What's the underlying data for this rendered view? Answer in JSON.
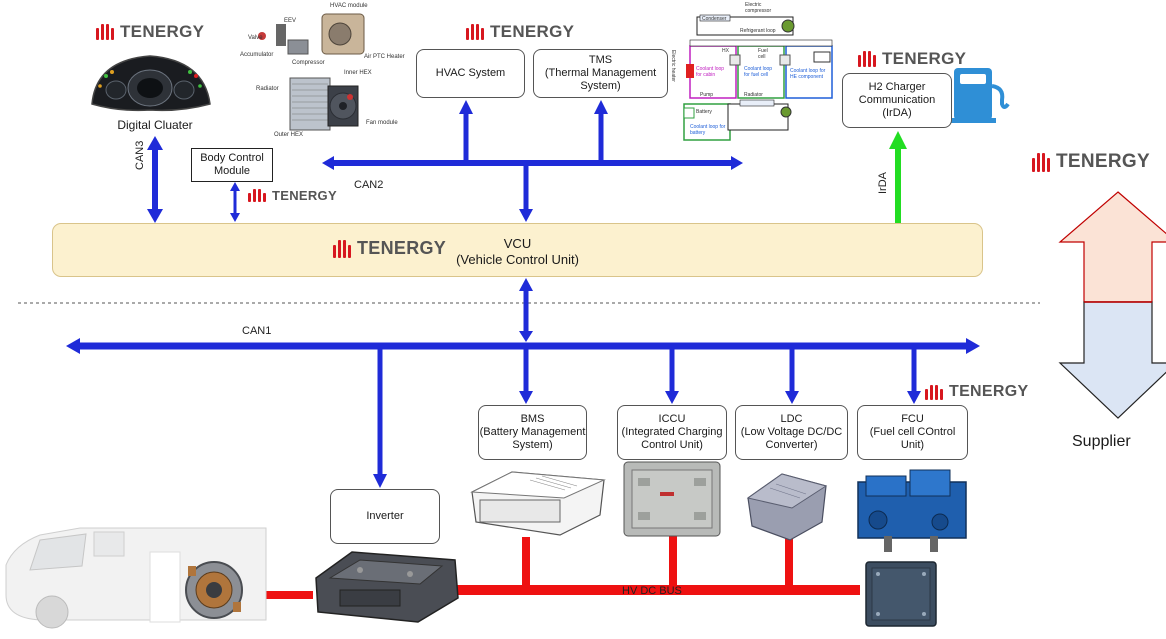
{
  "brand": "TENERGY",
  "vcu": {
    "title": "VCU",
    "subtitle": "(Vehicle Control Unit)"
  },
  "buses": {
    "can1": "CAN1",
    "can2": "CAN2",
    "can3": "CAN3",
    "irda": "IrDA",
    "hv": "HV DC BUS"
  },
  "boxes": {
    "body_control": {
      "line1": "Body Control",
      "line2": "Module"
    },
    "hvac": {
      "line1": "HVAC System"
    },
    "tms": {
      "line1": "TMS",
      "line2": "(Thermal Management",
      "line3": "System)"
    },
    "h2": {
      "line1": "H2 Charger",
      "line2": "Communication",
      "line3": "(IrDA)"
    },
    "bms": {
      "line1": "BMS",
      "line2": "(Battery Management",
      "line3": "System)"
    },
    "iccu": {
      "line1": "ICCU",
      "line2": "(Integrated Charging",
      "line3": "Control Unit)"
    },
    "ldc": {
      "line1": "LDC",
      "line2": "(Low Voltage DC/DC",
      "line3": "Converter)"
    },
    "fcu": {
      "line1": "FCU",
      "line2": "(Fuel cell COntrol",
      "line3": "Unit)"
    },
    "inverter": {
      "line1": "Inverter"
    }
  },
  "cluster_caption": "Digital Cluater",
  "supplier": "Supplier",
  "hvac_parts": [
    "HVAC module",
    "EEV",
    "Valve",
    "Accumulator",
    "Compressor",
    "Air PTC Heater",
    "Inner HEX",
    "Radiator",
    "Fan module",
    "Outer HEX"
  ],
  "tms_parts": [
    "Electric compressor",
    "Condenser",
    "Refrigerant loop",
    "Electric heater",
    "HX",
    "Coolant loop for cabin",
    "Fuel cell",
    "Coolant loop for fuel cell",
    "Coolant loop for HE component",
    "Pump",
    "Radiator",
    "Battery",
    "Coolant loop for battery"
  ],
  "colors": {
    "can": "#1f2bd8",
    "irda": "#22dd22",
    "hv": "#ee1111",
    "vcu_fill": "#fcf1cf",
    "brand_red": "#d7171f",
    "arrow_up_fill": "#fbe3d6",
    "arrow_down_fill": "#dbe5f4"
  }
}
